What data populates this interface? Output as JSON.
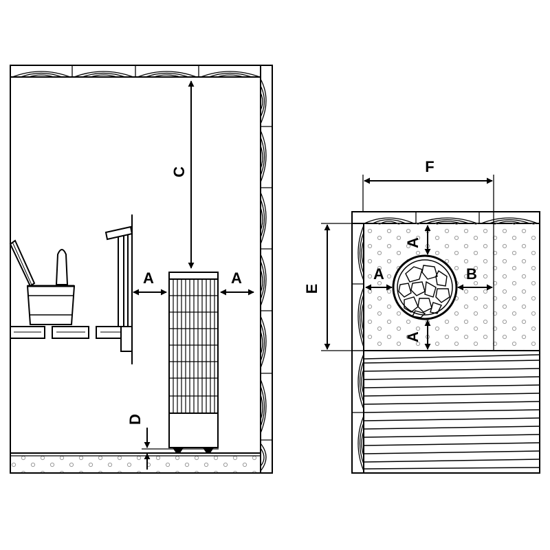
{
  "labels": {
    "a": "A",
    "b": "B",
    "c": "C",
    "d": "D",
    "e": "E",
    "f": "F"
  },
  "colors": {
    "line": "#000000",
    "background": "#ffffff",
    "floor_dots": "#9a9a9a"
  },
  "views": [
    "side-view",
    "top-view"
  ]
}
